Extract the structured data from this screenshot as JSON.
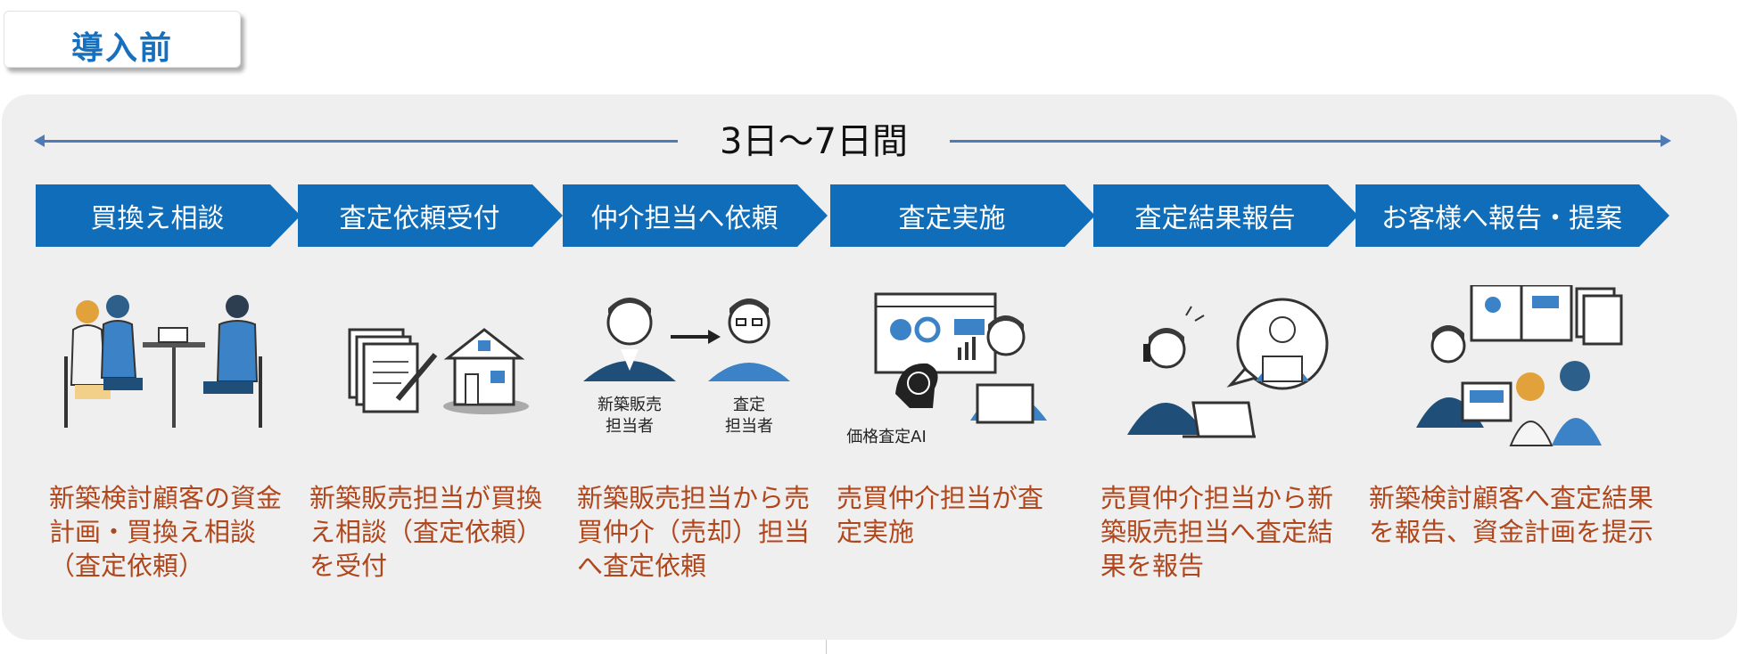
{
  "header": {
    "title": "導入前"
  },
  "timeline": {
    "duration_label": "3日〜7日間"
  },
  "steps": [
    {
      "label": "買換え相談",
      "description": "新築検討顧客の資金計画・買換え相談（査定依頼）",
      "icon": "consultation-meeting-icon"
    },
    {
      "label": "査定依頼受付",
      "description": "新築販売担当が買換え相談（査定依頼）を受付",
      "icon": "documents-house-icon"
    },
    {
      "label": "仲介担当へ依頼",
      "description": "新築販売担当から売買仲介（売却）担当へ査定依頼",
      "icon": "handover-staff-icon",
      "sub_labels": {
        "from": [
          "新築販売",
          "担当者"
        ],
        "to": [
          "査定",
          "担当者"
        ]
      }
    },
    {
      "label": "査定実施",
      "description": "売買仲介担当が査定実施",
      "icon": "ai-assessment-icon",
      "sub_label": "価格査定AI"
    },
    {
      "label": "査定結果報告",
      "description": "売買仲介担当から新築販売担当へ査定結果を報告",
      "icon": "phone-report-icon"
    },
    {
      "label": "お客様へ報告・提案",
      "description": "新築検討顧客へ査定結果を報告、資金計画を提示",
      "icon": "customer-proposal-icon"
    }
  ],
  "colors": {
    "chevron": "#0f6db9",
    "description_text": "#b0471c",
    "title": "#1670bd",
    "panel": "#efefef",
    "timeline_arrow": "#4e7ab5"
  }
}
